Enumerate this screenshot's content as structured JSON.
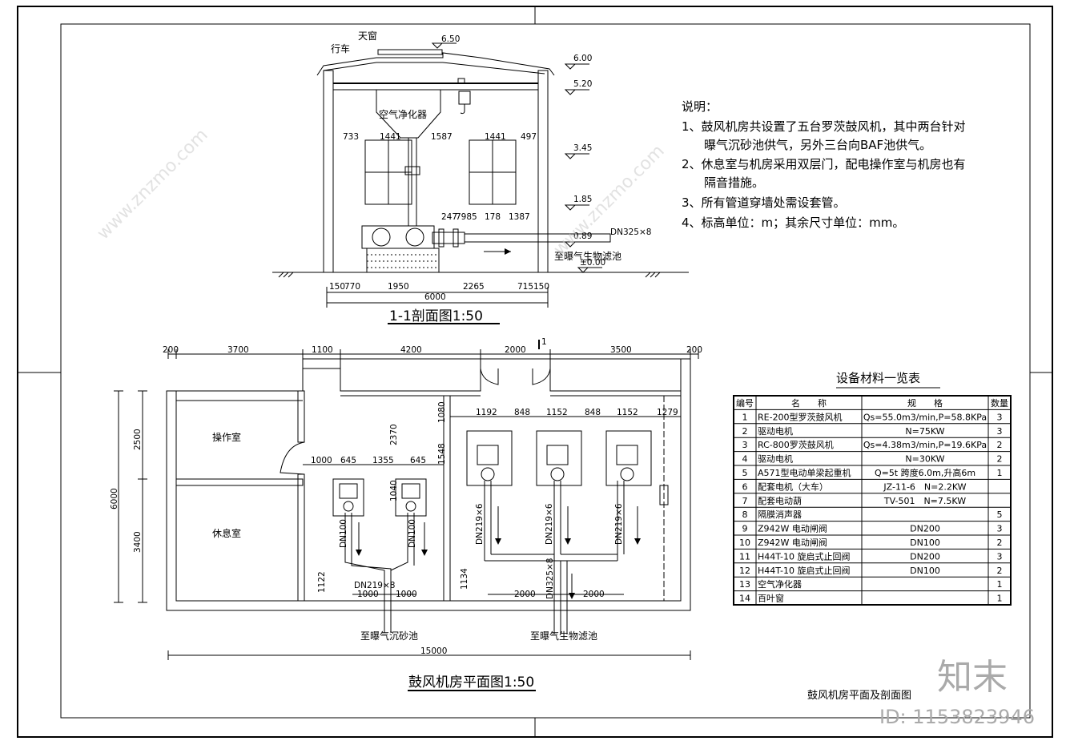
{
  "section": {
    "title": "1-1剖面图1:50",
    "labels": {
      "skylight": "天窗",
      "crane": "行车",
      "air_cleaner": "空气净化器",
      "to_bio_filter": "至曝气生物滤池",
      "pipe_spec": "DN325×8"
    },
    "elevations": [
      "6.50",
      "6.00",
      "5.20",
      "3.45",
      "1.85",
      "0.89",
      "±0.00"
    ],
    "top_dims": [
      "733",
      "1441",
      "1587",
      "1441",
      "497"
    ],
    "pipe_dims": [
      "247",
      "7985",
      "178",
      "1387"
    ],
    "bottom_dims": [
      "150",
      "770",
      "1950",
      "2265",
      "715",
      "150"
    ],
    "total": "6000"
  },
  "notes": {
    "heading": "说明：",
    "lines": [
      "1、鼓风机房共设置了五台罗茨鼓风机，其中两台针对",
      "曝气沉砂池供气，另外三台向BAF池供气。",
      "2、休息室与机房采用双层门，配电操作室与机房也有",
      "隔音措施。",
      "3、所有管道穿墙处需设套管。",
      "4、标高单位：m；其余尺寸单位：mm。"
    ]
  },
  "plan": {
    "title": "鼓风机房平面图1:50",
    "rooms": {
      "control": "操作室",
      "rest": "休息室"
    },
    "top_dims": [
      "200",
      "3700",
      "1100",
      "4200",
      "2000",
      "3500",
      "200"
    ],
    "total": "15000",
    "left_dims": [
      "2500",
      "3400"
    ],
    "left_total": "6000",
    "inner_dims": {
      "small_row": [
        "1000",
        "645",
        "1355",
        "645"
      ],
      "big_row": [
        "1192",
        "848",
        "1152",
        "848",
        "1152",
        "1279"
      ],
      "v1": "2370",
      "v2": "1080",
      "v3": "1548",
      "v4": "1040",
      "v5": "1122",
      "v6": "1134",
      "bottom_left": [
        "1000",
        "1000"
      ],
      "bottom_right": [
        "2000",
        "2000"
      ]
    },
    "pipe_labels": {
      "dn100": "DN100",
      "dn219": "DN219×6",
      "dn219b": "DN219×8",
      "dn325": "DN325×8"
    },
    "outlets": {
      "grit": "至曝气沉砂池",
      "bio": "至曝气生物滤池"
    },
    "section_mark": "1"
  },
  "table": {
    "title": "设备材料一览表",
    "headers": [
      "编号",
      "名　　称",
      "规　　格",
      "数量"
    ],
    "rows": [
      [
        "1",
        "RE-200型罗茨鼓风机",
        "Qs=55.0m3/min,P=58.8KPa",
        "3"
      ],
      [
        "2",
        "驱动电机",
        "N=75KW",
        "3"
      ],
      [
        "3",
        "RC-800罗茨鼓风机",
        "Qs=4.38m3/min,P=19.6KPa",
        "2"
      ],
      [
        "4",
        "驱动电机",
        "N=30KW",
        "2"
      ],
      [
        "5",
        "A571型电动单梁起重机",
        "Q=5t 跨度6.0m,升高6m",
        "1"
      ],
      [
        "6",
        "配套电机（大车）",
        "JZ-11-6　N=2.2KW",
        ""
      ],
      [
        "7",
        "配套电动葫",
        "TV-501　N=7.5KW",
        ""
      ],
      [
        "8",
        "隔膜消声器",
        "",
        "5"
      ],
      [
        "9",
        "Z942W 电动闸阀",
        "DN200",
        "3"
      ],
      [
        "10",
        "Z942W 电动闸阀",
        "DN100",
        "2"
      ],
      [
        "11",
        "H44T-10 旋启式止回阀",
        "DN200",
        "3"
      ],
      [
        "12",
        "H44T-10 旋启式止回阀",
        "DN100",
        "2"
      ],
      [
        "13",
        "空气净化器",
        "",
        "1"
      ],
      [
        "14",
        "百叶窗",
        "",
        "1"
      ]
    ]
  },
  "drawing_title": "鼓风机房平面及剖面图",
  "watermark": {
    "brand": "知末",
    "id": "ID: 1153823946",
    "site": "www.znzmo.com"
  }
}
